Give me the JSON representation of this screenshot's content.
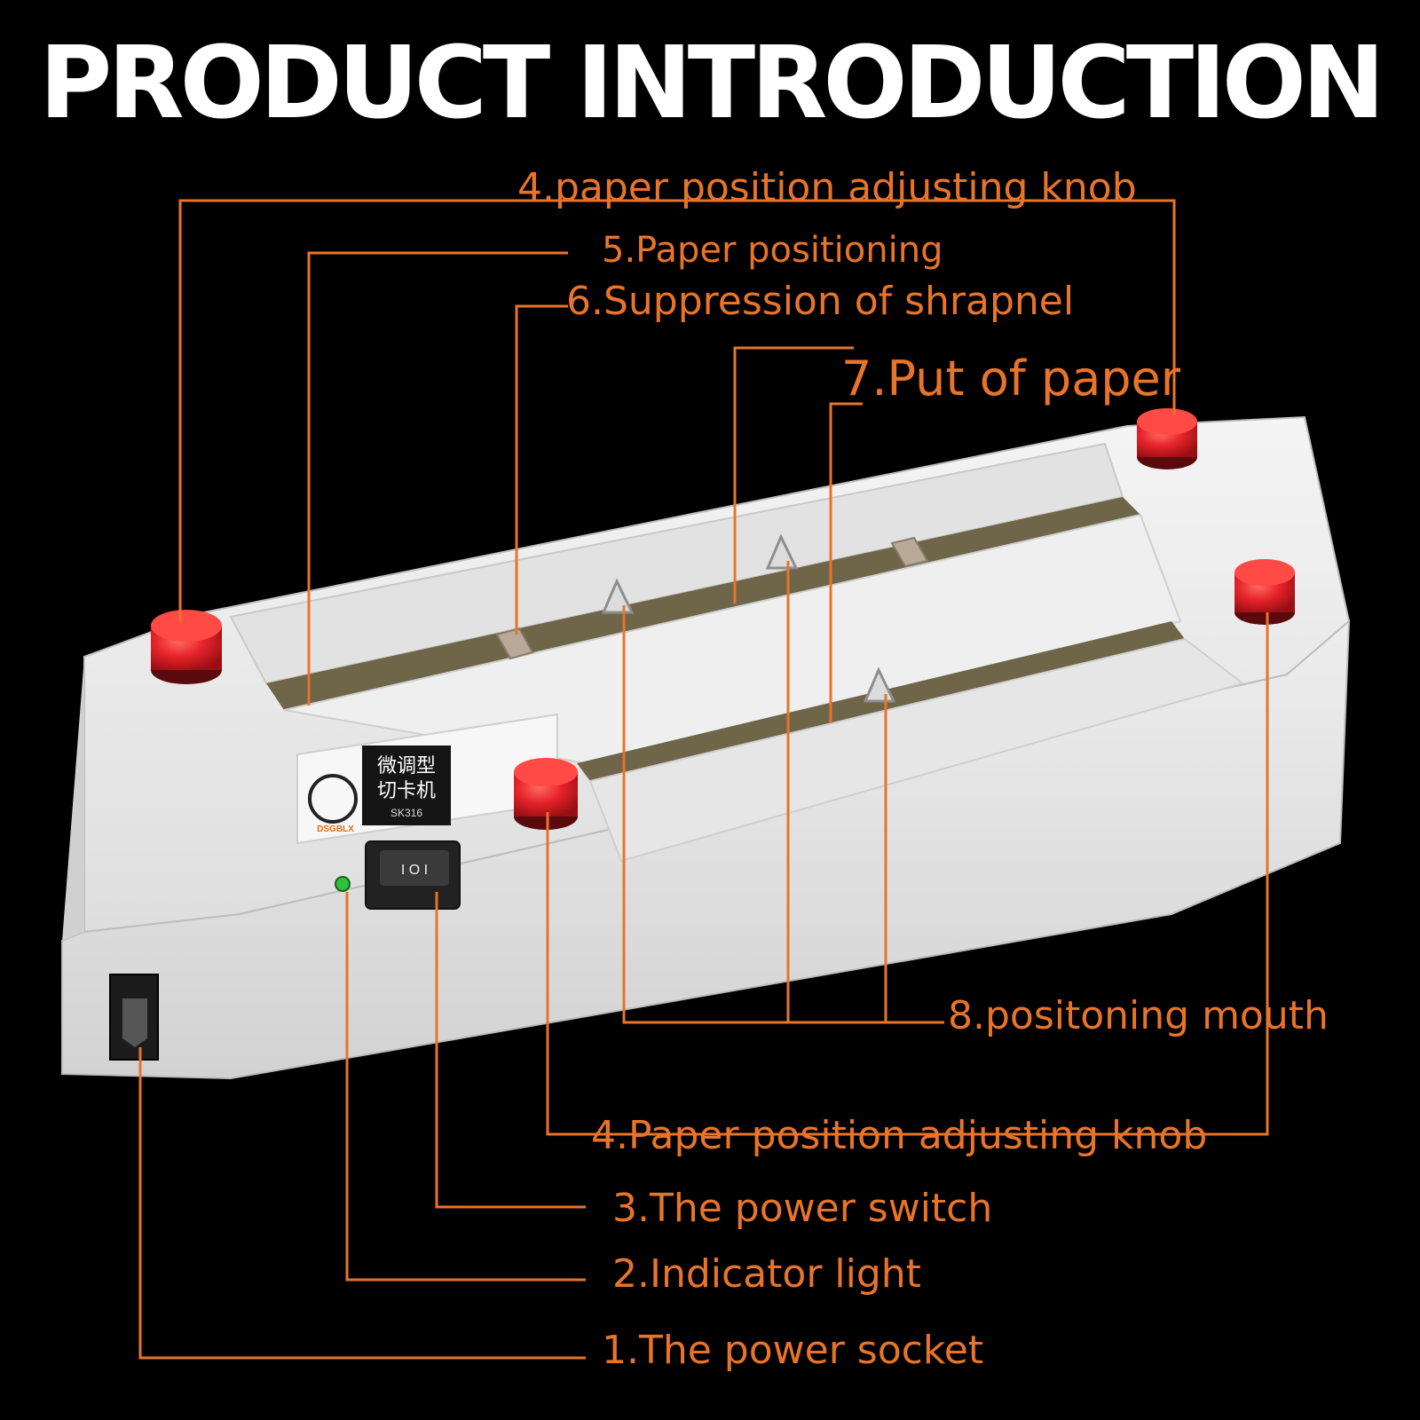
{
  "title": "PRODUCT INTRODUCTION",
  "callouts": {
    "knob_top": "4.paper position adjusting knob",
    "paper_positioning": "5.Paper positioning",
    "suppression": "6.Suppression of shrapnel",
    "put_paper": "7.Put of paper",
    "positioning_mouth": "8.positoning mouth",
    "knob_bottom": "4.Paper position adjusting knob",
    "power_switch": "3.The power switch",
    "indicator": "2.Indicator light",
    "power_socket": "1.The power socket"
  },
  "device_label": {
    "brand": "DSGBLX",
    "name_line1": "微调型",
    "name_line2": "切卡机",
    "model": "SK316"
  },
  "colors": {
    "background": "#000000",
    "title": "#ffffff",
    "callout": "#e8742a",
    "device_body": "#ececec",
    "knob": "#e5232a",
    "indicator": "#2fc23a"
  }
}
